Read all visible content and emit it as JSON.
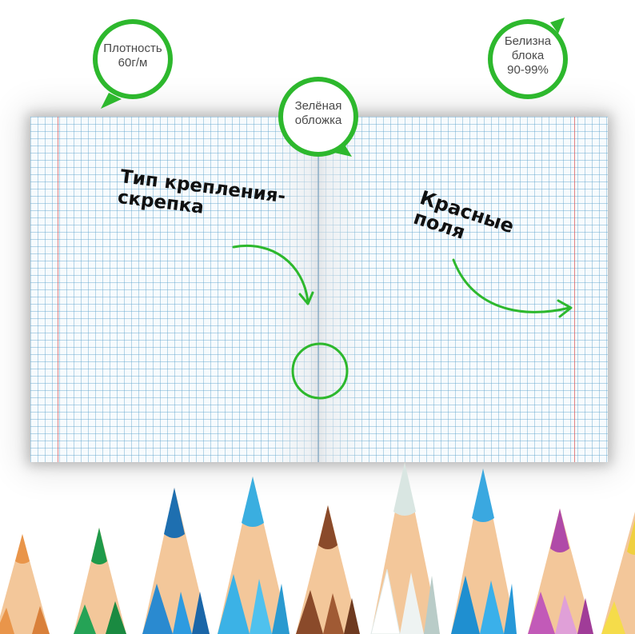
{
  "badges": {
    "density": "Плотность\n60г/м",
    "cover": "Зелёная\nобложка",
    "whiteness": "Белизна\nблока\n90-99%"
  },
  "annotations": {
    "binding": "Тип крепления-\nскрепка",
    "margins": "Красные\nполя"
  },
  "colors": {
    "accent_green": "#2db82d",
    "margin_red": "#dc5a5a",
    "grid_blue": "#5fa5cd"
  }
}
